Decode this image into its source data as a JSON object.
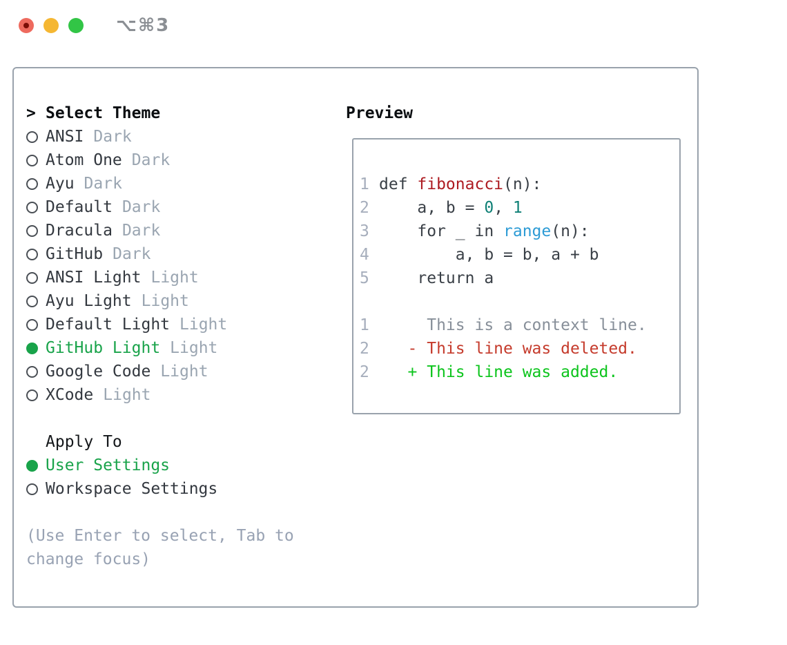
{
  "window": {
    "title": "⌥⌘3",
    "traffic_lights": {
      "close": "#ee6a5e",
      "close_dot": "#7b0d05",
      "minimize": "#f5b733",
      "zoom": "#32c546"
    }
  },
  "theme_picker": {
    "header_marker": ">",
    "header": "Select Theme",
    "themes": [
      {
        "name": "ANSI",
        "tag": "Dark",
        "selected": false
      },
      {
        "name": "Atom One",
        "tag": "Dark",
        "selected": false
      },
      {
        "name": "Ayu",
        "tag": "Dark",
        "selected": false
      },
      {
        "name": "Default",
        "tag": "Dark",
        "selected": false
      },
      {
        "name": "Dracula",
        "tag": "Dark",
        "selected": false
      },
      {
        "name": "GitHub",
        "tag": "Dark",
        "selected": false
      },
      {
        "name": "ANSI Light",
        "tag": "Light",
        "selected": false
      },
      {
        "name": "Ayu Light",
        "tag": "Light",
        "selected": false
      },
      {
        "name": "Default Light",
        "tag": "Light",
        "selected": false
      },
      {
        "name": "GitHub Light",
        "tag": "Light",
        "selected": true
      },
      {
        "name": "Google Code",
        "tag": "Light",
        "selected": false
      },
      {
        "name": "XCode",
        "tag": "Light",
        "selected": false
      }
    ]
  },
  "apply_to": {
    "header": "Apply To",
    "options": [
      {
        "name": "User Settings",
        "selected": true
      },
      {
        "name": "Workspace Settings",
        "selected": false
      }
    ]
  },
  "hint": "(Use Enter to select, Tab to change focus)",
  "preview": {
    "header": "Preview",
    "lines": [
      {
        "num": "1",
        "tokens": [
          {
            "t": "def ",
            "c": "plain"
          },
          {
            "t": "fibonacci",
            "c": "func"
          },
          {
            "t": "(n):",
            "c": "plain"
          }
        ]
      },
      {
        "num": "2",
        "tokens": [
          {
            "t": "    a, b = ",
            "c": "plain"
          },
          {
            "t": "0",
            "c": "number"
          },
          {
            "t": ", ",
            "c": "plain"
          },
          {
            "t": "1",
            "c": "number"
          }
        ]
      },
      {
        "num": "3",
        "tokens": [
          {
            "t": "    for _ in ",
            "c": "plain"
          },
          {
            "t": "range",
            "c": "builtin"
          },
          {
            "t": "(n):",
            "c": "plain"
          }
        ]
      },
      {
        "num": "4",
        "tokens": [
          {
            "t": "        a, b = b, a + b",
            "c": "plain"
          }
        ]
      },
      {
        "num": "5",
        "tokens": [
          {
            "t": "    return a",
            "c": "plain"
          }
        ]
      },
      {
        "num": "",
        "tokens": []
      },
      {
        "num": "1",
        "tokens": [
          {
            "t": "     This is a context line.",
            "c": "context"
          }
        ]
      },
      {
        "num": "2",
        "tokens": [
          {
            "t": "   - This line was deleted.",
            "c": "deleted"
          }
        ]
      },
      {
        "num": "2",
        "tokens": [
          {
            "t": "   + This line was added.",
            "c": "added"
          }
        ]
      }
    ]
  },
  "colors": {
    "accent_green": "#19a34a",
    "added_green": "#0cc41c",
    "deleted_red": "#c53b2c",
    "function_red": "#ad1b21",
    "number_teal": "#0f8076",
    "builtin_blue": "#2d9bd5",
    "muted_gray": "#9aa5b1",
    "line_number_gray": "#a6aebc",
    "border_gray": "#99a2ac",
    "text_dark": "#33383f"
  }
}
